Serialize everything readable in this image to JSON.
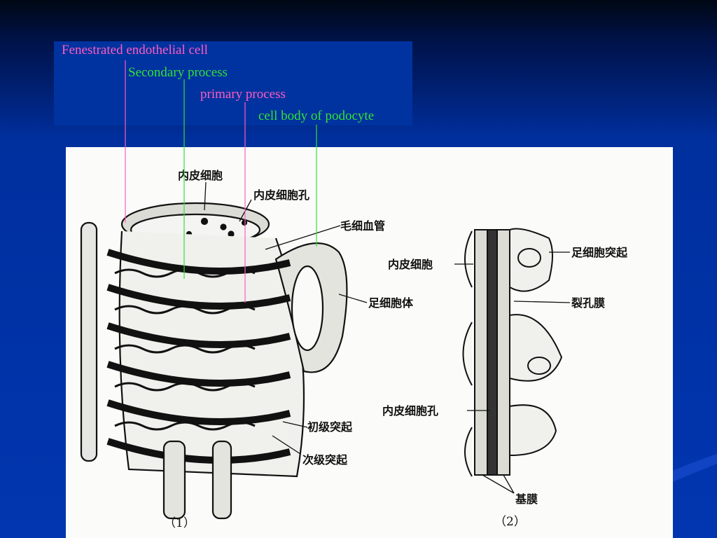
{
  "slide": {
    "colors": {
      "background": "#0136b0",
      "label_box": "#0032a0",
      "pink": "#ff5cc0",
      "green": "#33e233"
    }
  },
  "labels": {
    "fenestrated": "Fenestrated endothelial cell",
    "secondary": "Secondary process",
    "primary": "primary process",
    "cell_body": "cell body of podocyte"
  },
  "figure": {
    "panel1": {
      "endothelial_cell": "内皮细胞",
      "endothelial_pore": "内皮细胞孔",
      "capillary": "毛细血管",
      "podocyte_body": "足细胞体",
      "primary_process": "初级突起",
      "secondary_process": "次级突起",
      "caption": "（1）"
    },
    "panel2": {
      "endothelial_cell": "内皮细胞",
      "foot_process": "足细胞突起",
      "slit_membrane": "裂孔膜",
      "endothelial_pore": "内皮细胞孔",
      "basement_membrane": "基膜",
      "caption": "（2）"
    }
  }
}
